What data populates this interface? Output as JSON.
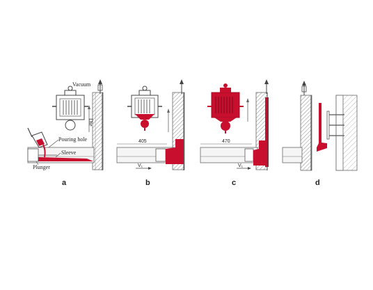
{
  "colors": {
    "metal": "#c8102e",
    "metal_dark": "#a00c22",
    "line": "#555555",
    "hatch": "#8a8a8a",
    "fill_light": "#e6e6e6",
    "background": "#ffffff"
  },
  "labels": {
    "vacuum": "Vacuum",
    "die": "Die",
    "pouring_hole": "Pouring hole",
    "sleeve": "Sleeve",
    "plunger": "Plunger"
  },
  "panels": [
    {
      "letter": "a"
    },
    {
      "letter": "b",
      "stroke": "405",
      "velocity": "V₁"
    },
    {
      "letter": "c",
      "stroke": "470",
      "velocity": "V₁"
    },
    {
      "letter": "d"
    }
  ],
  "icons": [
    "vacuum-valve-icon",
    "flow-arrow-icon"
  ]
}
